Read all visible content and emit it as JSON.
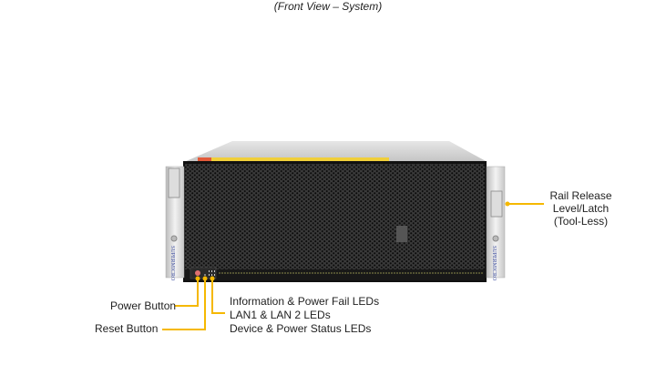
{
  "title": "(Front View – System)",
  "callouts": {
    "power_button": "Power Button",
    "reset_button": "Reset Button",
    "info_leds": "Information  & Power Fail LEDs",
    "lan_leds": "LAN1 & LAN 2 LEDs",
    "status_leds": "Device & Power Status  LEDs",
    "rail_release": [
      "Rail Release",
      "Level/Latch",
      "(Tool-Less)"
    ]
  },
  "brand": "SUPERMICRO",
  "colors": {
    "callout": "#f5b800",
    "chassis": "#151515",
    "lid": "#d4d4d4",
    "ear": "#e4e4e4"
  }
}
